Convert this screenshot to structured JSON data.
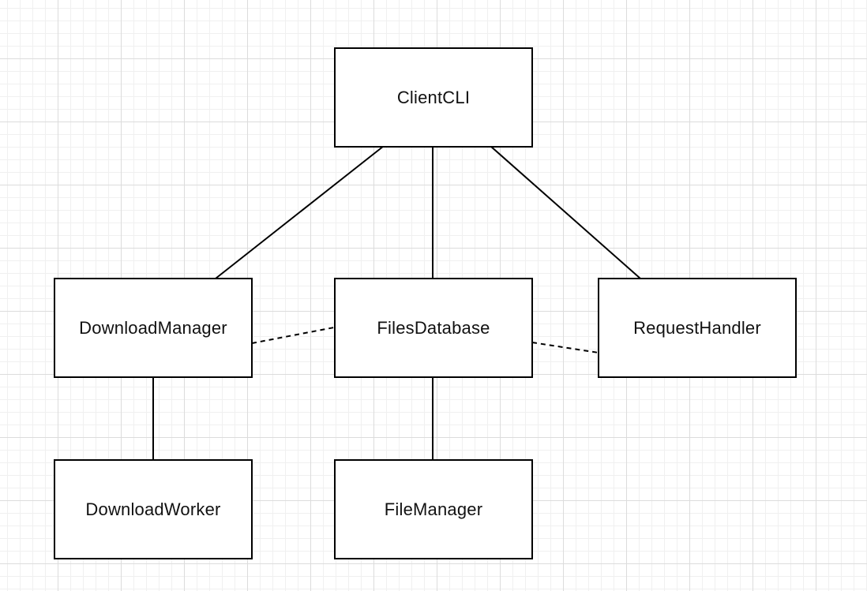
{
  "diagram": {
    "nodes": [
      {
        "id": "client-cli",
        "label": "ClientCLI"
      },
      {
        "id": "download-manager",
        "label": "DownloadManager"
      },
      {
        "id": "files-database",
        "label": "FilesDatabase"
      },
      {
        "id": "request-handler",
        "label": "RequestHandler"
      },
      {
        "id": "download-worker",
        "label": "DownloadWorker"
      },
      {
        "id": "file-manager",
        "label": "FileManager"
      }
    ],
    "edges": [
      {
        "from": "client-cli",
        "to": "download-manager",
        "style": "solid"
      },
      {
        "from": "client-cli",
        "to": "files-database",
        "style": "solid"
      },
      {
        "from": "client-cli",
        "to": "request-handler",
        "style": "solid"
      },
      {
        "from": "download-manager",
        "to": "files-database",
        "style": "dashed"
      },
      {
        "from": "files-database",
        "to": "request-handler",
        "style": "dashed"
      },
      {
        "from": "download-manager",
        "to": "download-worker",
        "style": "solid"
      },
      {
        "from": "files-database",
        "to": "file-manager",
        "style": "solid"
      }
    ]
  }
}
